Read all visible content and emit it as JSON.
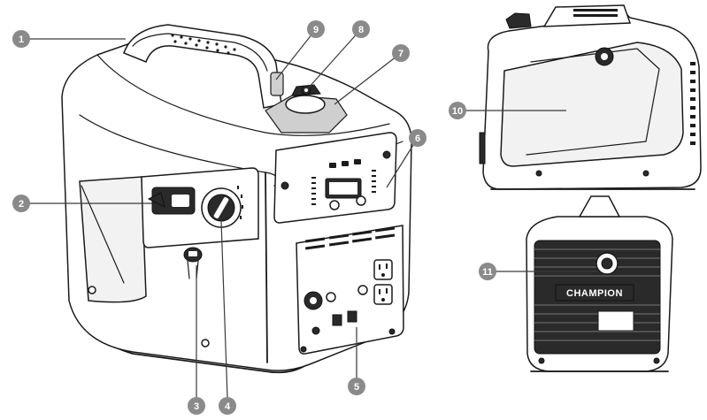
{
  "brand_logo_text": "CHAMPION",
  "callouts": [
    {
      "id": "c1",
      "label": "1"
    },
    {
      "id": "c2",
      "label": "2"
    },
    {
      "id": "c3",
      "label": "3"
    },
    {
      "id": "c4",
      "label": "4"
    },
    {
      "id": "c5",
      "label": "5"
    },
    {
      "id": "c6",
      "label": "6"
    },
    {
      "id": "c7",
      "label": "7"
    },
    {
      "id": "c8",
      "label": "8"
    },
    {
      "id": "c9",
      "label": "9"
    },
    {
      "id": "c10",
      "label": "10"
    },
    {
      "id": "c11",
      "label": "11"
    }
  ],
  "colors": {
    "callout_fill": "#8a8a8a",
    "line": "#1a1a1a"
  }
}
